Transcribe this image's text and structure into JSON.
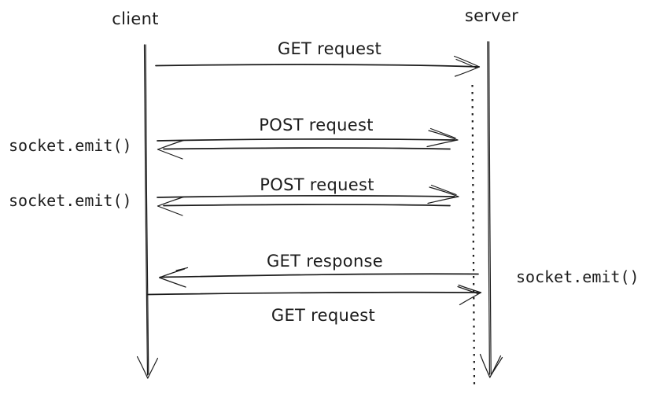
{
  "diagram": {
    "type": "sequence-diagram",
    "colors": {
      "stroke": "#1b1b1b",
      "background": "#ffffff"
    },
    "actors": [
      {
        "label": "client"
      },
      {
        "label": "server"
      }
    ],
    "messages": [
      {
        "label": "GET request",
        "from": "client",
        "to": "server",
        "style": "arrow-right"
      },
      {
        "label": "POST request",
        "from": "client",
        "to": "server",
        "style": "double-headed-arrow",
        "annotation": "socket.emit()",
        "annotation_side": "left"
      },
      {
        "label": "POST request",
        "from": "client",
        "to": "server",
        "style": "double-headed-arrow",
        "annotation": "socket.emit()",
        "annotation_side": "left"
      },
      {
        "label": "GET response",
        "from": "server",
        "to": "client",
        "style": "arrow-left",
        "annotation": "socket.emit()",
        "annotation_side": "right"
      },
      {
        "label": "GET request",
        "from": "client",
        "to": "server",
        "style": "arrow-right"
      }
    ]
  }
}
